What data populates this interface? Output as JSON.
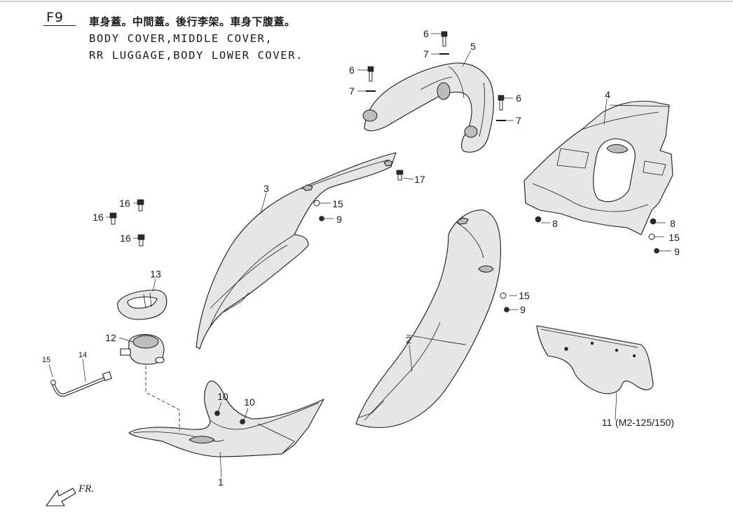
{
  "header": {
    "figure_code": "F9",
    "title_zh": "車身蓋。中間蓋。後行李架。車身下腹蓋。",
    "title_en_line1": "BODY COVER,MIDDLE COVER,",
    "title_en_line2": "RR LUGGAGE,BODY LOWER COVER."
  },
  "callouts": {
    "c1": "1",
    "c2": "2",
    "c3": "3",
    "c4": "4",
    "c5": "5",
    "c6a": "6",
    "c6b": "6",
    "c6c": "6",
    "c7a": "7",
    "c7b": "7",
    "c7c": "7",
    "c8a": "8",
    "c8b": "8",
    "c9a": "9",
    "c9b": "9",
    "c9c": "9",
    "c10a": "10",
    "c10b": "10",
    "c11": "11",
    "c12": "12",
    "c13": "13",
    "c14": "14",
    "c15a": "15",
    "c15b": "15",
    "c15c": "15",
    "c15d": "15",
    "c16a": "16",
    "c16b": "16",
    "c16c": "16",
    "c17": "17"
  },
  "notes": {
    "model_note": "(M2-125/150)",
    "front_marker": "FR."
  }
}
